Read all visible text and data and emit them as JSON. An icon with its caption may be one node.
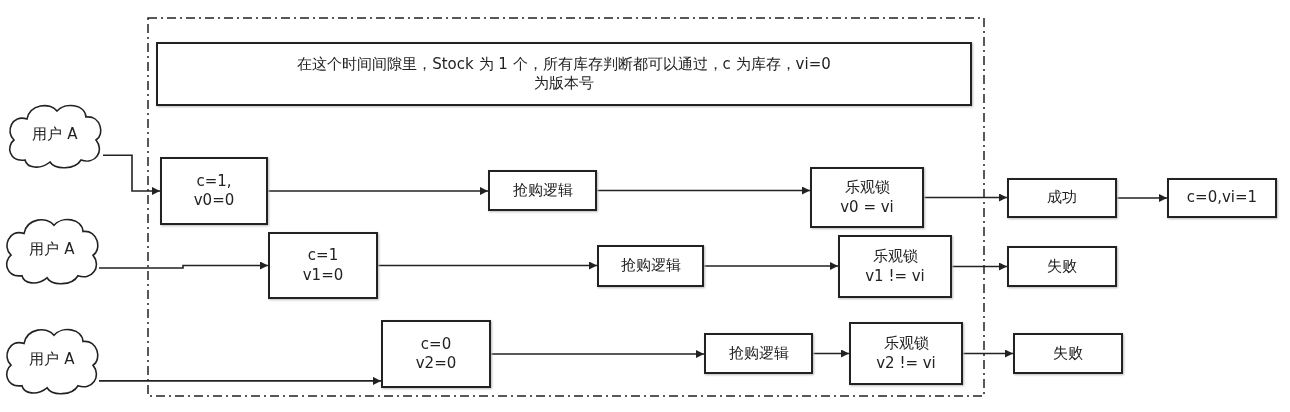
{
  "diagram": {
    "nodes": [
      {
        "text": [],
        "shape": "box"
      },
      {
        "text": [
          "在这个时间间隙里，Stock 为 1 个，所有库存判断都可以通过，c 为库存，vi=0 为版本号"
        ],
        "in": 0
      },
      {
        "text": [
          "用户 A"
        ]
      },
      {
        "text": [
          "c=1, v0=0"
        ],
        "in": 0
      },
      {
        "text": [
          "抢购逻辑"
        ],
        "in": 0
      },
      {
        "text": [
          "乐观锁",
          "v0 = vi"
        ],
        "in": 0
      },
      {
        "text": [
          "成功"
        ]
      },
      {
        "text": [
          "c=0,vi=1"
        ]
      },
      {
        "text": [
          "用户 A"
        ]
      },
      {
        "text": [
          "c=1 v1=0"
        ],
        "in": 0
      },
      {
        "text": [
          "抢购逻辑"
        ],
        "in": 0
      },
      {
        "text": [
          "乐观锁",
          "v1 != vi"
        ],
        "in": 0
      },
      {
        "text": [
          "失败"
        ]
      },
      {
        "text": [
          "用户 A"
        ]
      },
      {
        "text": [
          "c=0 v2=0"
        ],
        "in": 0
      },
      {
        "text": [
          "抢购逻辑"
        ],
        "in": 0
      },
      {
        "text": [
          "乐观锁",
          "v2 != vi"
        ],
        "in": 0
      },
      {
        "text": [
          "失败"
        ]
      }
    ],
    "edges": [
      {
        "from": 2,
        "to": 3,
        "arrow": "to"
      },
      {
        "from": 3,
        "to": 4,
        "arrow": "to"
      },
      {
        "from": 4,
        "to": 5,
        "arrow": "to"
      },
      {
        "from": 5,
        "to": 6,
        "arrow": "to"
      },
      {
        "from": 6,
        "to": 7,
        "arrow": "to"
      },
      {
        "from": 8,
        "to": 9,
        "arrow": "to"
      },
      {
        "from": 9,
        "to": 10,
        "arrow": "to"
      },
      {
        "from": 10,
        "to": 11,
        "arrow": "to"
      },
      {
        "from": 11,
        "to": 12,
        "arrow": "to"
      },
      {
        "from": 13,
        "to": 14,
        "arrow": "to"
      },
      {
        "from": 14,
        "to": 15,
        "arrow": "to"
      },
      {
        "from": 15,
        "to": 16,
        "arrow": "to"
      },
      {
        "from": 16,
        "to": 17,
        "arrow": "to"
      }
    ]
  }
}
